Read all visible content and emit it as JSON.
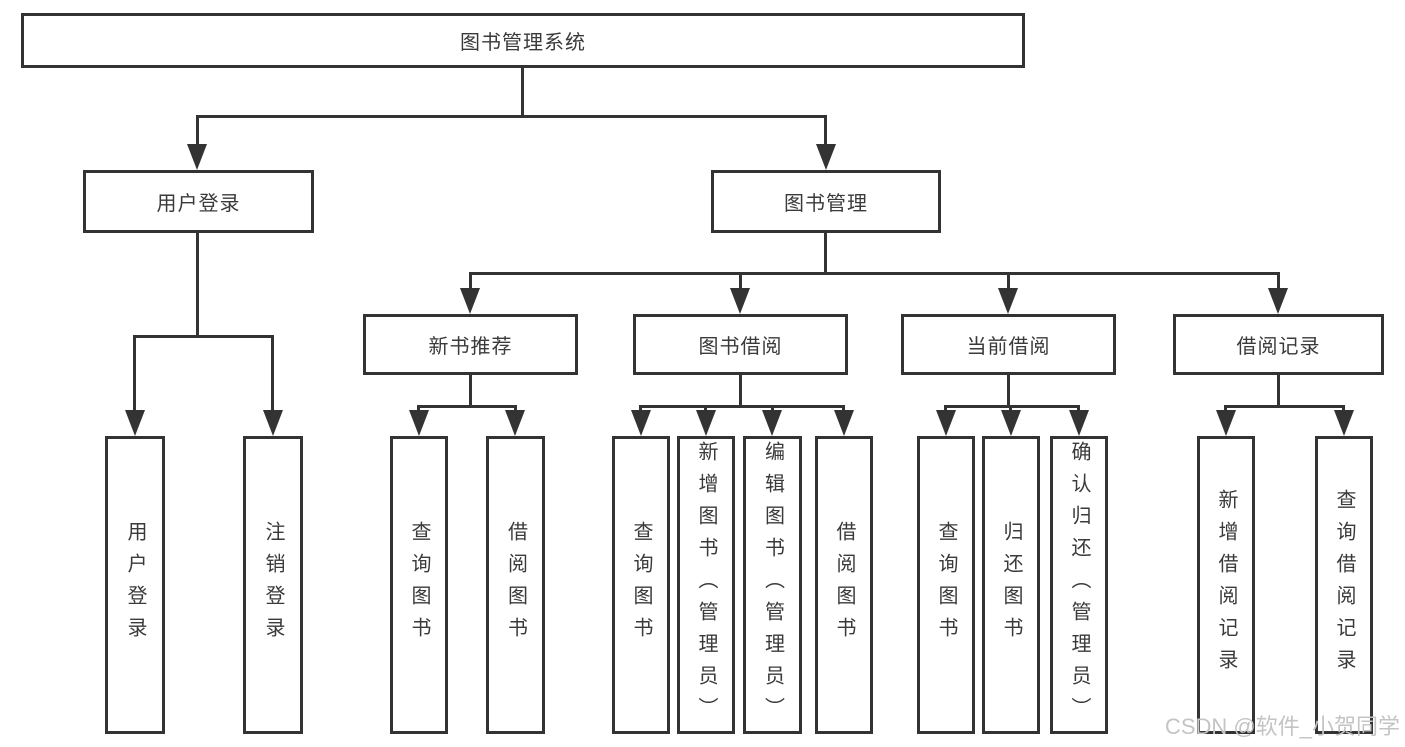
{
  "diagram_title": "图书管理系统",
  "nodes": {
    "root": {
      "label": "图书管理系统"
    },
    "user_login": {
      "label": "用户登录"
    },
    "book_mgmt": {
      "label": "图书管理"
    },
    "new_book_rec": {
      "label": "新书推荐"
    },
    "book_borrow": {
      "label": "图书借阅"
    },
    "current_borrow": {
      "label": "当前借阅"
    },
    "borrow_records": {
      "label": "借阅记录"
    },
    "leaf_user_login": {
      "label": "用户登录"
    },
    "leaf_logout": {
      "label": "注销登录"
    },
    "leaf_query_book_under_rec": {
      "label": "查询图书"
    },
    "leaf_borrow_book_under_rec": {
      "label": "借阅图书"
    },
    "leaf_query_book_under_borrow": {
      "label": "查询图书"
    },
    "leaf_add_book": {
      "label": "新增图书（管理员）"
    },
    "leaf_edit_book": {
      "label": "编辑图书（管理员）"
    },
    "leaf_borrow_book_under_borrow": {
      "label": "借阅图书"
    },
    "leaf_query_book_under_current": {
      "label": "查询图书"
    },
    "leaf_return_book": {
      "label": "归还图书"
    },
    "leaf_confirm_return": {
      "label": "确认归还（管理员）"
    },
    "leaf_add_borrow_record": {
      "label": "新增借阅记录"
    },
    "leaf_query_borrow_record": {
      "label": "查询借阅记录"
    }
  },
  "hierarchy": {
    "图书管理系统": {
      "用户登录": [
        "用户登录",
        "注销登录"
      ],
      "图书管理": {
        "新书推荐": [
          "查询图书",
          "借阅图书"
        ],
        "图书借阅": [
          "查询图书",
          "新增图书（管理员）",
          "编辑图书（管理员）",
          "借阅图书"
        ],
        "当前借阅": [
          "查询图书",
          "归还图书",
          "确认归还（管理员）"
        ],
        "借阅记录": [
          "新增借阅记录",
          "查询借阅记录"
        ]
      }
    }
  },
  "watermark": "CSDN @软件_小贺同学",
  "colors": {
    "line": "#333333",
    "box_border": "#333333",
    "box_fill": "#ffffff",
    "text": "#3a3a3a",
    "watermark": "#c4c4c4"
  }
}
